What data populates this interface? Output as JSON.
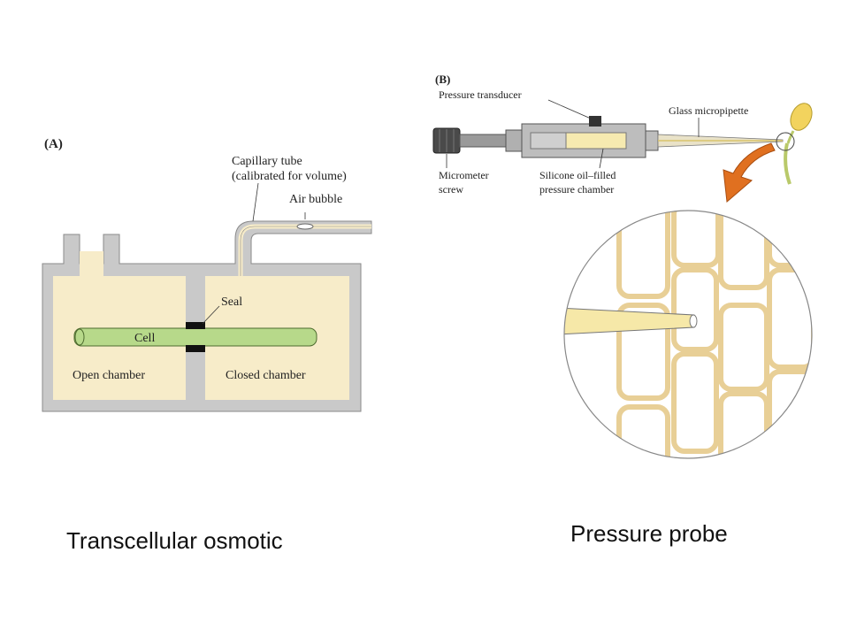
{
  "panel_a": {
    "tag": "(A)",
    "capillary_line1": "Capillary tube",
    "capillary_line2": "(calibrated for volume)",
    "air_bubble": "Air bubble",
    "seal": "Seal",
    "cell": "Cell",
    "open_chamber": "Open chamber",
    "closed_chamber": "Closed chamber"
  },
  "panel_b": {
    "tag": "(B)",
    "pressure_transducer": "Pressure transducer",
    "glass_micropipette": "Glass micropipette",
    "micrometer_line1": "Micrometer",
    "micrometer_line2": "screw",
    "silicone_line1": "Silicone oil–filled",
    "silicone_line2": "pressure chamber"
  },
  "captions": {
    "left": "Transcellular osmotic",
    "right": "Pressure probe"
  },
  "colors": {
    "chamber_fill": "#f7ecc9",
    "cell_green": "#b7d98a",
    "wall_gray": "#c9c9c9",
    "cell_wall_tan": "#e8cf96",
    "arrow_orange": "#e07020"
  }
}
